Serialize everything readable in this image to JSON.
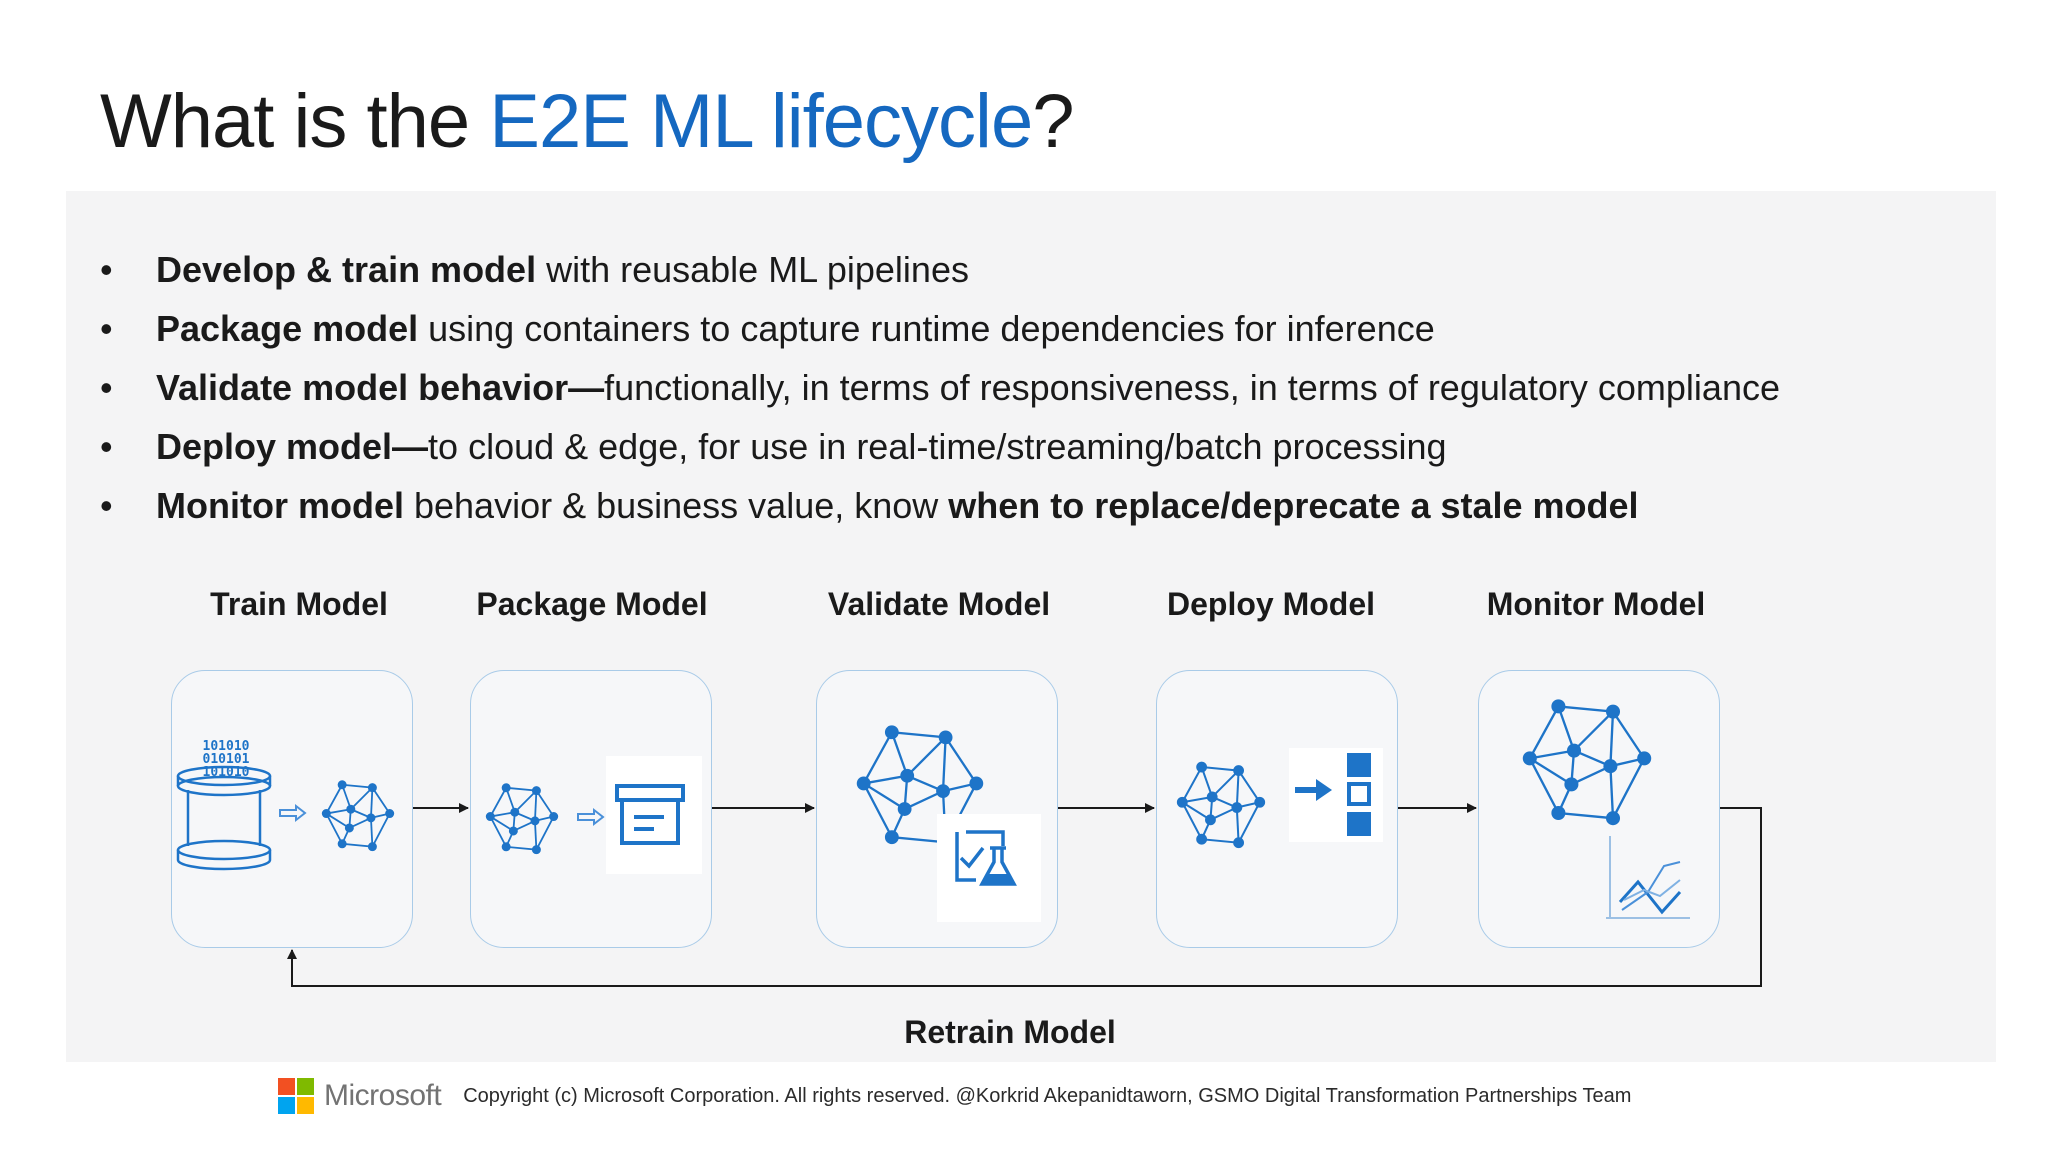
{
  "title": {
    "prefix": "What is the ",
    "accent": "E2E ML lifecycle",
    "suffix": "?"
  },
  "bullets": [
    {
      "bold": "Develop & train model",
      "text": " with reusable ML pipelines",
      "bold2": ""
    },
    {
      "bold": "Package model",
      "text": " using containers to capture runtime dependencies for inference",
      "bold2": ""
    },
    {
      "bold": "Validate model behavior—",
      "text": "functionally, in terms of responsiveness, in terms of regulatory compliance",
      "bold2": ""
    },
    {
      "bold": "Deploy model—",
      "text": "to cloud & edge, for use in real-time/streaming/batch processing",
      "bold2": ""
    },
    {
      "bold": "Monitor model",
      "text": " behavior & business value, know ",
      "bold2": "when to replace/deprecate a stale model"
    }
  ],
  "bullet_symbol": "•",
  "stages": [
    {
      "label": "Train Model",
      "icon": "database-to-network-icon"
    },
    {
      "label": "Package Model",
      "icon": "network-to-container-icon"
    },
    {
      "label": "Validate Model",
      "icon": "network-with-lab-flask-icon"
    },
    {
      "label": "Deploy Model",
      "icon": "network-to-deployment-icon"
    },
    {
      "label": "Monitor Model",
      "icon": "network-with-line-chart-icon"
    }
  ],
  "binary_rows": [
    "101010",
    "010101",
    "101010"
  ],
  "loop_label": "Retrain Model",
  "footer": {
    "brand": "Microsoft",
    "copyright": "Copyright (c) Microsoft Corporation. All rights reserved. @Korkrid Akepanidtaworn, GSMO Digital Transformation Partnerships Team"
  },
  "colors": {
    "accent": "#1568c0",
    "icon_blue": "#1e74c8",
    "card_border": "#a9cbe8",
    "panel": "#f4f4f5",
    "ms_red": "#f25022",
    "ms_green": "#7fba00",
    "ms_blue": "#00a4ef",
    "ms_yellow": "#ffb900"
  }
}
